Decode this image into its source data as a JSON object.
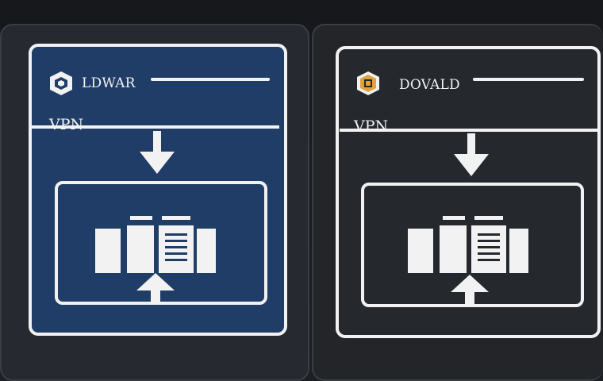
{
  "panels": [
    {
      "id": "left",
      "brand_name": "LDWAR",
      "logo_icon": "shield-box-icon",
      "section_label": "VPN",
      "background": "#1f3d66",
      "icons": [
        "down-arrow-icon",
        "server-rack-icon",
        "up-arrow-icon"
      ]
    },
    {
      "id": "right",
      "brand_name": "DOVALD",
      "logo_icon": "gold-box-icon",
      "section_label": "VPN",
      "background": "#25282d",
      "icons": [
        "down-arrow-icon",
        "server-rack-icon",
        "up-arrow-icon"
      ]
    }
  ],
  "colors": {
    "stroke": "#f2f2f2",
    "left_card": "#1f3d66",
    "right_card": "#25282d",
    "right_logo_accent": "#e0a23a"
  }
}
